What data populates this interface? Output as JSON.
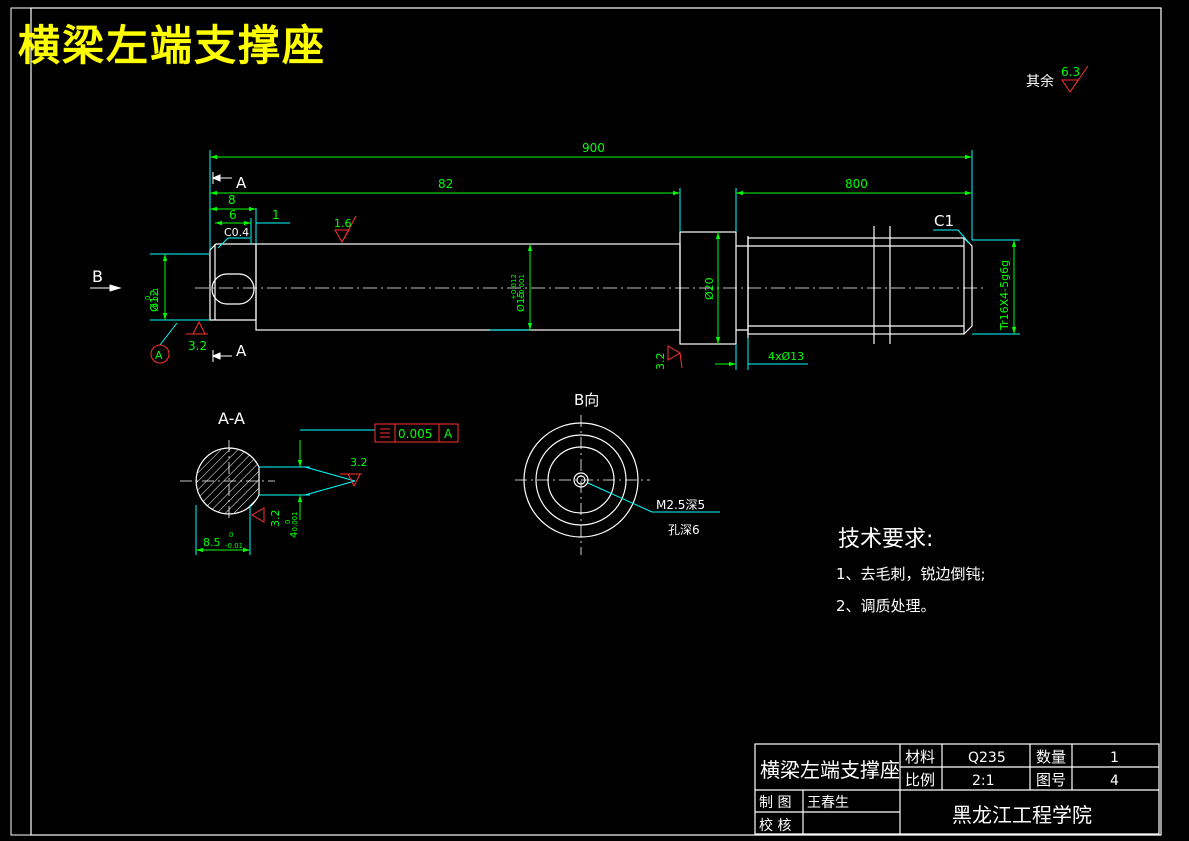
{
  "drawing": {
    "big_title": "横梁左端支撑座",
    "roughness_rest_label": "其余",
    "roughness_rest_value": "6.3"
  },
  "dimensions": {
    "total_length": "900",
    "length_82": "82",
    "length_800": "800",
    "len_8": "8",
    "len_6": "6",
    "len_1": "1",
    "chamfer_c04": "C0.4",
    "chamfer_c1": "C1",
    "dia_12": "Ø12",
    "dia_12_tol_upper": "0",
    "dia_12_tol_lower": "-0.011",
    "dia_15": "Ø15",
    "dia_15_tol_upper": "+0.012",
    "dia_15_tol_lower": "+0.001",
    "dia_20": "Ø20",
    "thread": "Tr16X4-5g6g",
    "grooves": "4xØ13",
    "rough_16": "1.6",
    "rough_32a": "3.2",
    "rough_32b": "3.2",
    "section_mark": "A",
    "datum": "A",
    "view_b_label": "B"
  },
  "section_view": {
    "title": "A-A",
    "tolerance_value": "0.005",
    "tolerance_datum": "A",
    "rough": "3.2",
    "rough2": "3.2",
    "width": "8.5",
    "width_tol_upper": "0",
    "width_tol_lower": "-0.01",
    "depth": "4",
    "depth_tol_upper": "0",
    "depth_tol_lower": "-0.001"
  },
  "view_b": {
    "title": "B向",
    "hole_note": "M2.5深5",
    "hole_note2": "孔深6"
  },
  "tech_requirements": {
    "heading": "技术要求:",
    "items": [
      "1、去毛刺，锐边倒钝;",
      "2、调质处理。"
    ]
  },
  "title_block": {
    "part_name": "横梁左端支撑座",
    "material_label": "材料",
    "material_value": "Q235",
    "quantity_label": "数量",
    "quantity_value": "1",
    "scale_label": "比例",
    "scale_value": "2:1",
    "drawing_no_label": "图号",
    "drawing_no_value": "4",
    "drawn_label": "制 图",
    "drawn_by": "王春生",
    "checked_label": "校 核",
    "institution": "黑龙江工程学院"
  }
}
